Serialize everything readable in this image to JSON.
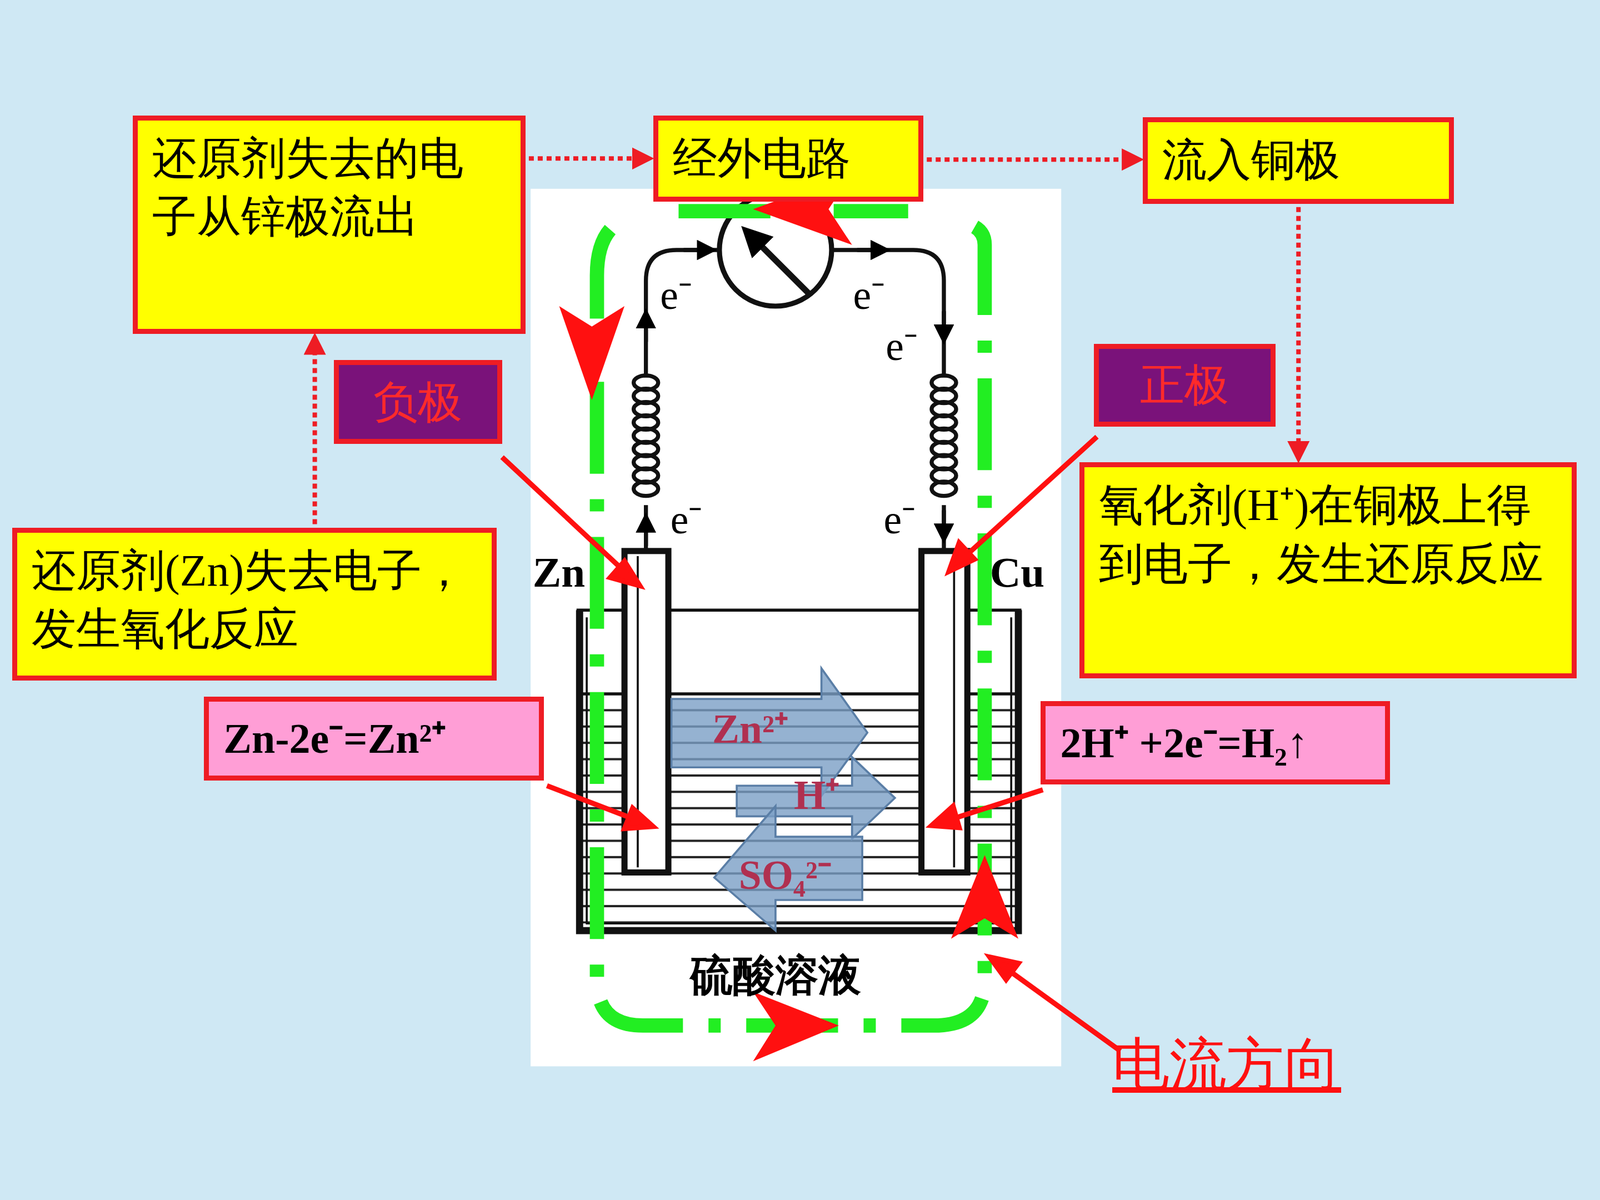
{
  "diagram": {
    "nodes": [
      {
        "text": [
          "还原剂失去的电子从锌极流出"
        ]
      },
      {
        "text": [
          "经外电路"
        ]
      },
      {
        "text": [
          "流入铜极"
        ]
      },
      {
        "text": [
          "负极"
        ]
      },
      {
        "text": [
          "正极"
        ]
      },
      {
        "text": [
          "还原剂(Zn)失去电子，发生氧化反应"
        ]
      },
      {
        "text": [
          "氧化剂(H⁺)在铜极上得到电子，发生还原反应"
        ]
      },
      {
        "text": [
          "Zn-2e⁻=Zn²⁺"
        ]
      },
      {
        "text": [
          "2H⁺ +2e⁻=H₂↑"
        ]
      }
    ],
    "edges": [
      {
        "from": 0,
        "to": 1,
        "arrow": "to"
      },
      {
        "from": 1,
        "to": 2,
        "arrow": "to"
      },
      {
        "from": 2,
        "to": 6,
        "arrow": "to"
      },
      {
        "from": 5,
        "to": 0,
        "arrow": "to"
      }
    ],
    "labels": [
      "e⁻",
      "e⁻",
      "e⁻",
      "e⁻",
      "e⁻",
      "Zn",
      "Cu",
      "Zn²⁺",
      "H⁺",
      "SO₄²⁻",
      "硫酸溶液",
      "电流方向"
    ]
  }
}
